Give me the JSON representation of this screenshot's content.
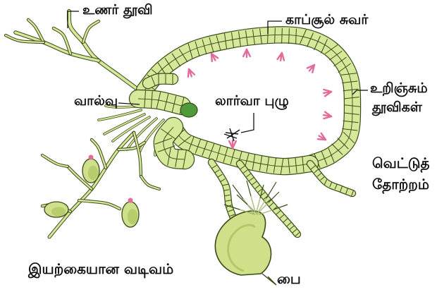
{
  "labels": {
    "sensory_bristle": "உணர் தூவி",
    "capsule_wall": "காப்சூல் சுவர்",
    "absorbing_hairs_line1": "உறிஞ்சும்",
    "absorbing_hairs_line2": "தூவிகள்",
    "valve": "வால்வு",
    "larva": "லார்வா புழு",
    "section_line1": "வெட்டுத்",
    "section_line2": "தோற்றம்",
    "natural_form": "இயற்கையான வடிவம்",
    "bladder": "பை"
  },
  "colors": {
    "cell_fill": "#d6e89a",
    "cell_stroke": "#3a4a18",
    "hair_pink": "#e36b9c",
    "bladder_fill": "#cfe08a",
    "bladder_shade": "#9fb84e",
    "valve_green": "#4f9a3a",
    "ink": "#111111"
  }
}
